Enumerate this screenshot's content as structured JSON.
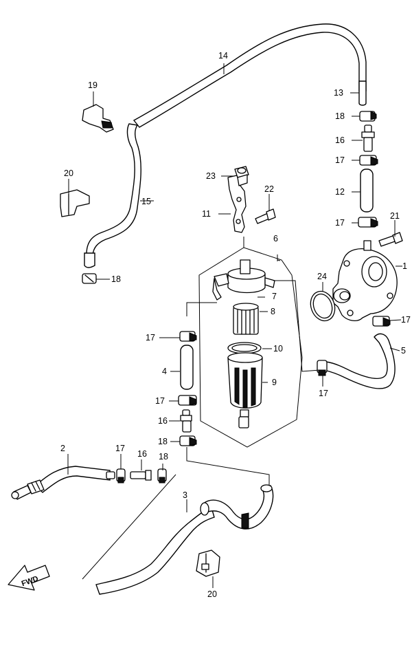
{
  "diagram": {
    "direction_label": "FWD",
    "callouts": {
      "c1": "1",
      "c2": "2",
      "c3": "3",
      "c4": "4",
      "c5": "5",
      "c6": "6",
      "c7": "7",
      "c8": "8",
      "c9": "9",
      "c10": "10",
      "c11": "11",
      "c12": "12",
      "c13": "13",
      "c14": "14",
      "c15": "15",
      "c16a": "16",
      "c16b": "16",
      "c16c": "16",
      "c17a": "17",
      "c17b": "17",
      "c17c": "17",
      "c17d": "17",
      "c17e": "17",
      "c17f": "17",
      "c17g": "17",
      "c18a": "18",
      "c18b": "18",
      "c18c": "18",
      "c18d": "18",
      "c19": "19",
      "c20a": "20",
      "c20b": "20",
      "c21": "21",
      "c22": "22",
      "c23": "23",
      "c24": "24"
    }
  }
}
